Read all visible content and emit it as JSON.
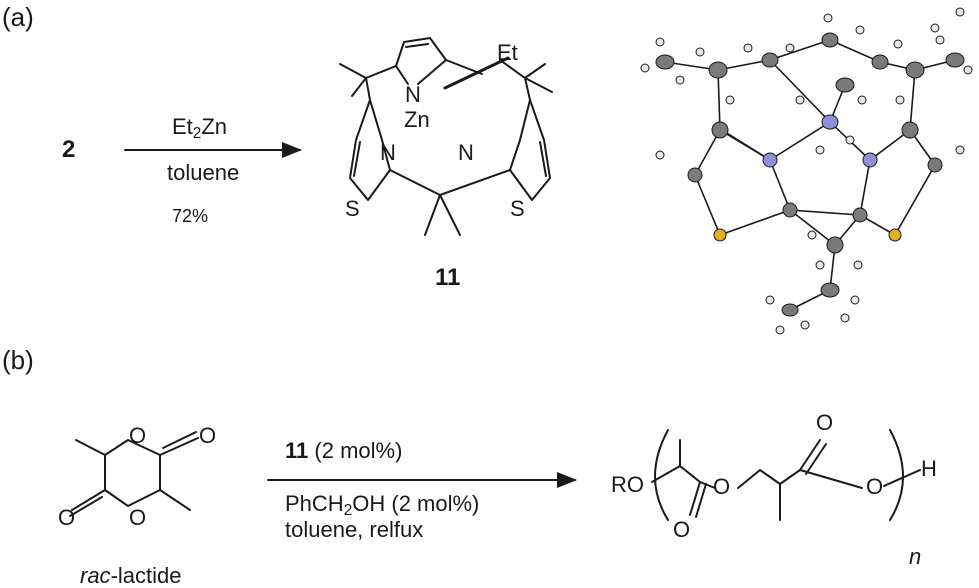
{
  "panel_a": {
    "label": "(a)",
    "reactant": "2",
    "reagent_prefix": "Et",
    "reagent_sub": "2",
    "reagent_suffix": "Zn",
    "solvent": "toluene",
    "yield": "72%",
    "product_number": "11",
    "atoms": {
      "N_pyrrole": "N",
      "Zn": "Zn",
      "Et": "Et",
      "N_left": "N",
      "N_right": "N",
      "S_left": "S",
      "S_right": "S"
    }
  },
  "panel_b": {
    "label": "(b)",
    "catalyst_number": "11",
    "catalyst_loading": "(2 mol%)",
    "initiator_pre": "PhCH",
    "initiator_sub": "2",
    "initiator_post": "OH (2 mol%)",
    "conditions": "toluene, relfux",
    "monomer_italic": "rac",
    "monomer_rest": "-lactide",
    "monomer_atoms": {
      "O1": "O",
      "O2": "O",
      "O3": "O",
      "O4": "O"
    },
    "polymer_atoms": {
      "RO": "RO",
      "O_ester": "O",
      "O_top": "O",
      "O_end": "O",
      "O_bottom": "O",
      "H": "H",
      "n": "n"
    }
  },
  "colors": {
    "line": "#1a1a1a",
    "carbon": "#7a7a7a",
    "nitrogen": "#8e90d8",
    "sulfur": "#e0b020",
    "hydrogen": "#e6e6e6"
  }
}
